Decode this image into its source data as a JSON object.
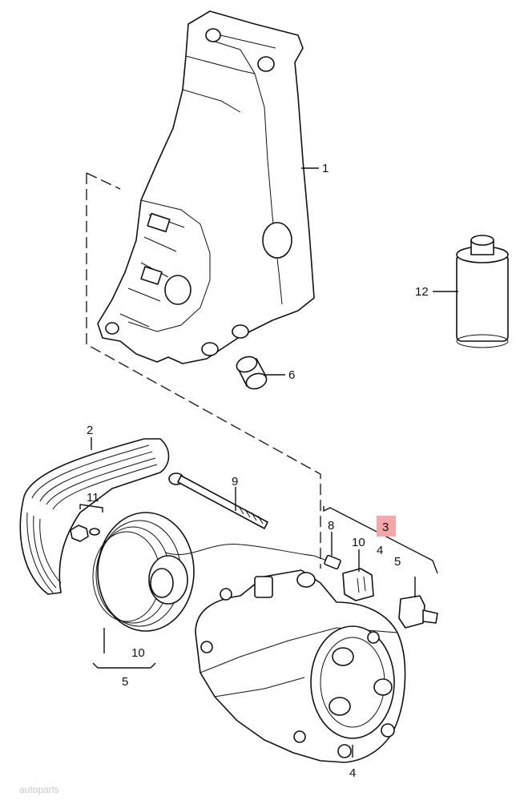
{
  "diagram": {
    "highlight_color": "#f4a7a7",
    "callouts": {
      "c1": "1",
      "c2": "2",
      "c3": "3",
      "c4a": "4",
      "c4b": "4",
      "c5a": "5",
      "c5b": "5",
      "c6": "6",
      "c8": "8",
      "c9": "9",
      "c10a": "10",
      "c10b": "10",
      "c11": "11",
      "c12": "12"
    },
    "watermark": "autoparts"
  }
}
